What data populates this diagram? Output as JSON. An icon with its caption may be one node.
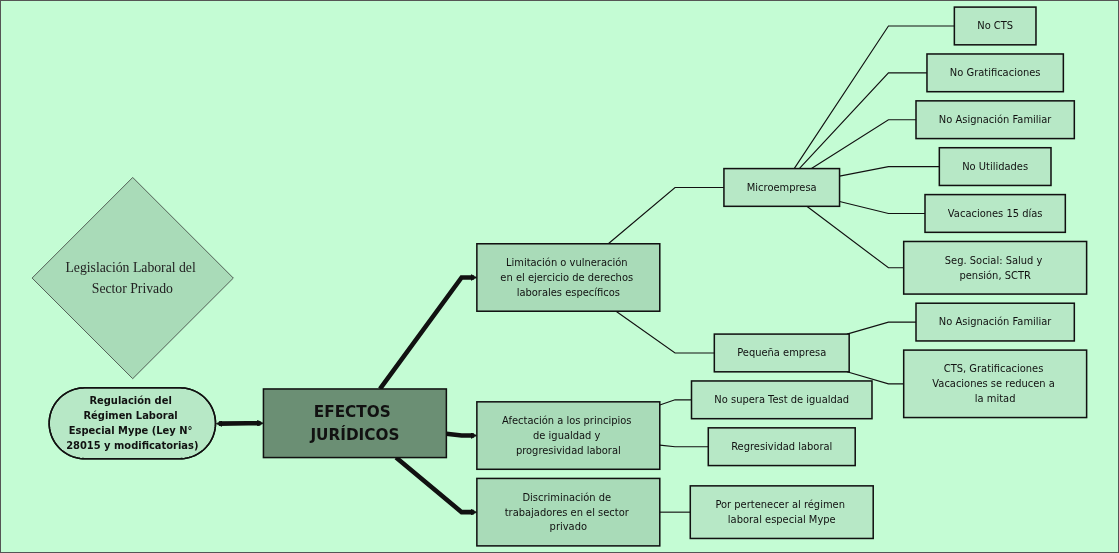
{
  "diagram": {
    "nodes": [
      {
        "text": [
          "Legislación Laboral del Sector Privado"
        ]
      },
      {
        "text": [
          "Regulación del Régimen Laboral Especial Mype (Ley N° 28015 y modificatorias)"
        ]
      },
      {
        "text": [
          "EFECTOS JURÍDICOS"
        ]
      },
      {
        "text": [
          "Limitación o vulneración en el ejercicio de derechos laborales específicos"
        ]
      },
      {
        "text": [
          "Afectación a los principios de igualdad y progresividad laboral"
        ]
      },
      {
        "text": [
          "Discriminación de trabajadores en el sector privado"
        ]
      },
      {
        "text": [
          "Microempresa"
        ]
      },
      {
        "text": [
          "Pequeña empresa"
        ]
      },
      {
        "text": [
          "No CTS"
        ]
      },
      {
        "text": [
          "No Gratificaciones"
        ]
      },
      {
        "text": [
          "No Asignación Familiar"
        ]
      },
      {
        "text": [
          "No Utilidades"
        ]
      },
      {
        "text": [
          "Vacaciones 15 días"
        ]
      },
      {
        "text": [
          "Seg. Social: Salud y pensión, SCTR"
        ]
      },
      {
        "text": [
          "No Asignación Familiar"
        ]
      },
      {
        "text": [
          "CTS, Gratificaciones Vacaciones se reducen a la mitad"
        ]
      },
      {
        "text": [
          "No supera Test de igualdad"
        ]
      },
      {
        "text": [
          "Regresividad laboral"
        ]
      },
      {
        "text": [
          "Por pertenecer al régimen laboral especial Mype"
        ]
      }
    ],
    "edges": [
      {
        "from": 1,
        "to": 2,
        "arrow": "both",
        "style": "thick"
      },
      {
        "from": 2,
        "to": 3,
        "arrow": "to",
        "style": "thick"
      },
      {
        "from": 2,
        "to": 4,
        "arrow": "to",
        "style": "thick"
      },
      {
        "from": 2,
        "to": 5,
        "arrow": "to",
        "style": "thick"
      },
      {
        "from": 3,
        "to": 6,
        "arrow": "none"
      },
      {
        "from": 3,
        "to": 7,
        "arrow": "none"
      },
      {
        "from": 6,
        "to": 8,
        "arrow": "none"
      },
      {
        "from": 6,
        "to": 9,
        "arrow": "none"
      },
      {
        "from": 6,
        "to": 10,
        "arrow": "none"
      },
      {
        "from": 6,
        "to": 11,
        "arrow": "none"
      },
      {
        "from": 6,
        "to": 12,
        "arrow": "none"
      },
      {
        "from": 6,
        "to": 13,
        "arrow": "none"
      },
      {
        "from": 7,
        "to": 14,
        "arrow": "none"
      },
      {
        "from": 7,
        "to": 15,
        "arrow": "none"
      },
      {
        "from": 4,
        "to": 16,
        "arrow": "none"
      },
      {
        "from": 4,
        "to": 17,
        "arrow": "none"
      },
      {
        "from": 5,
        "to": 18,
        "arrow": "none"
      }
    ]
  }
}
